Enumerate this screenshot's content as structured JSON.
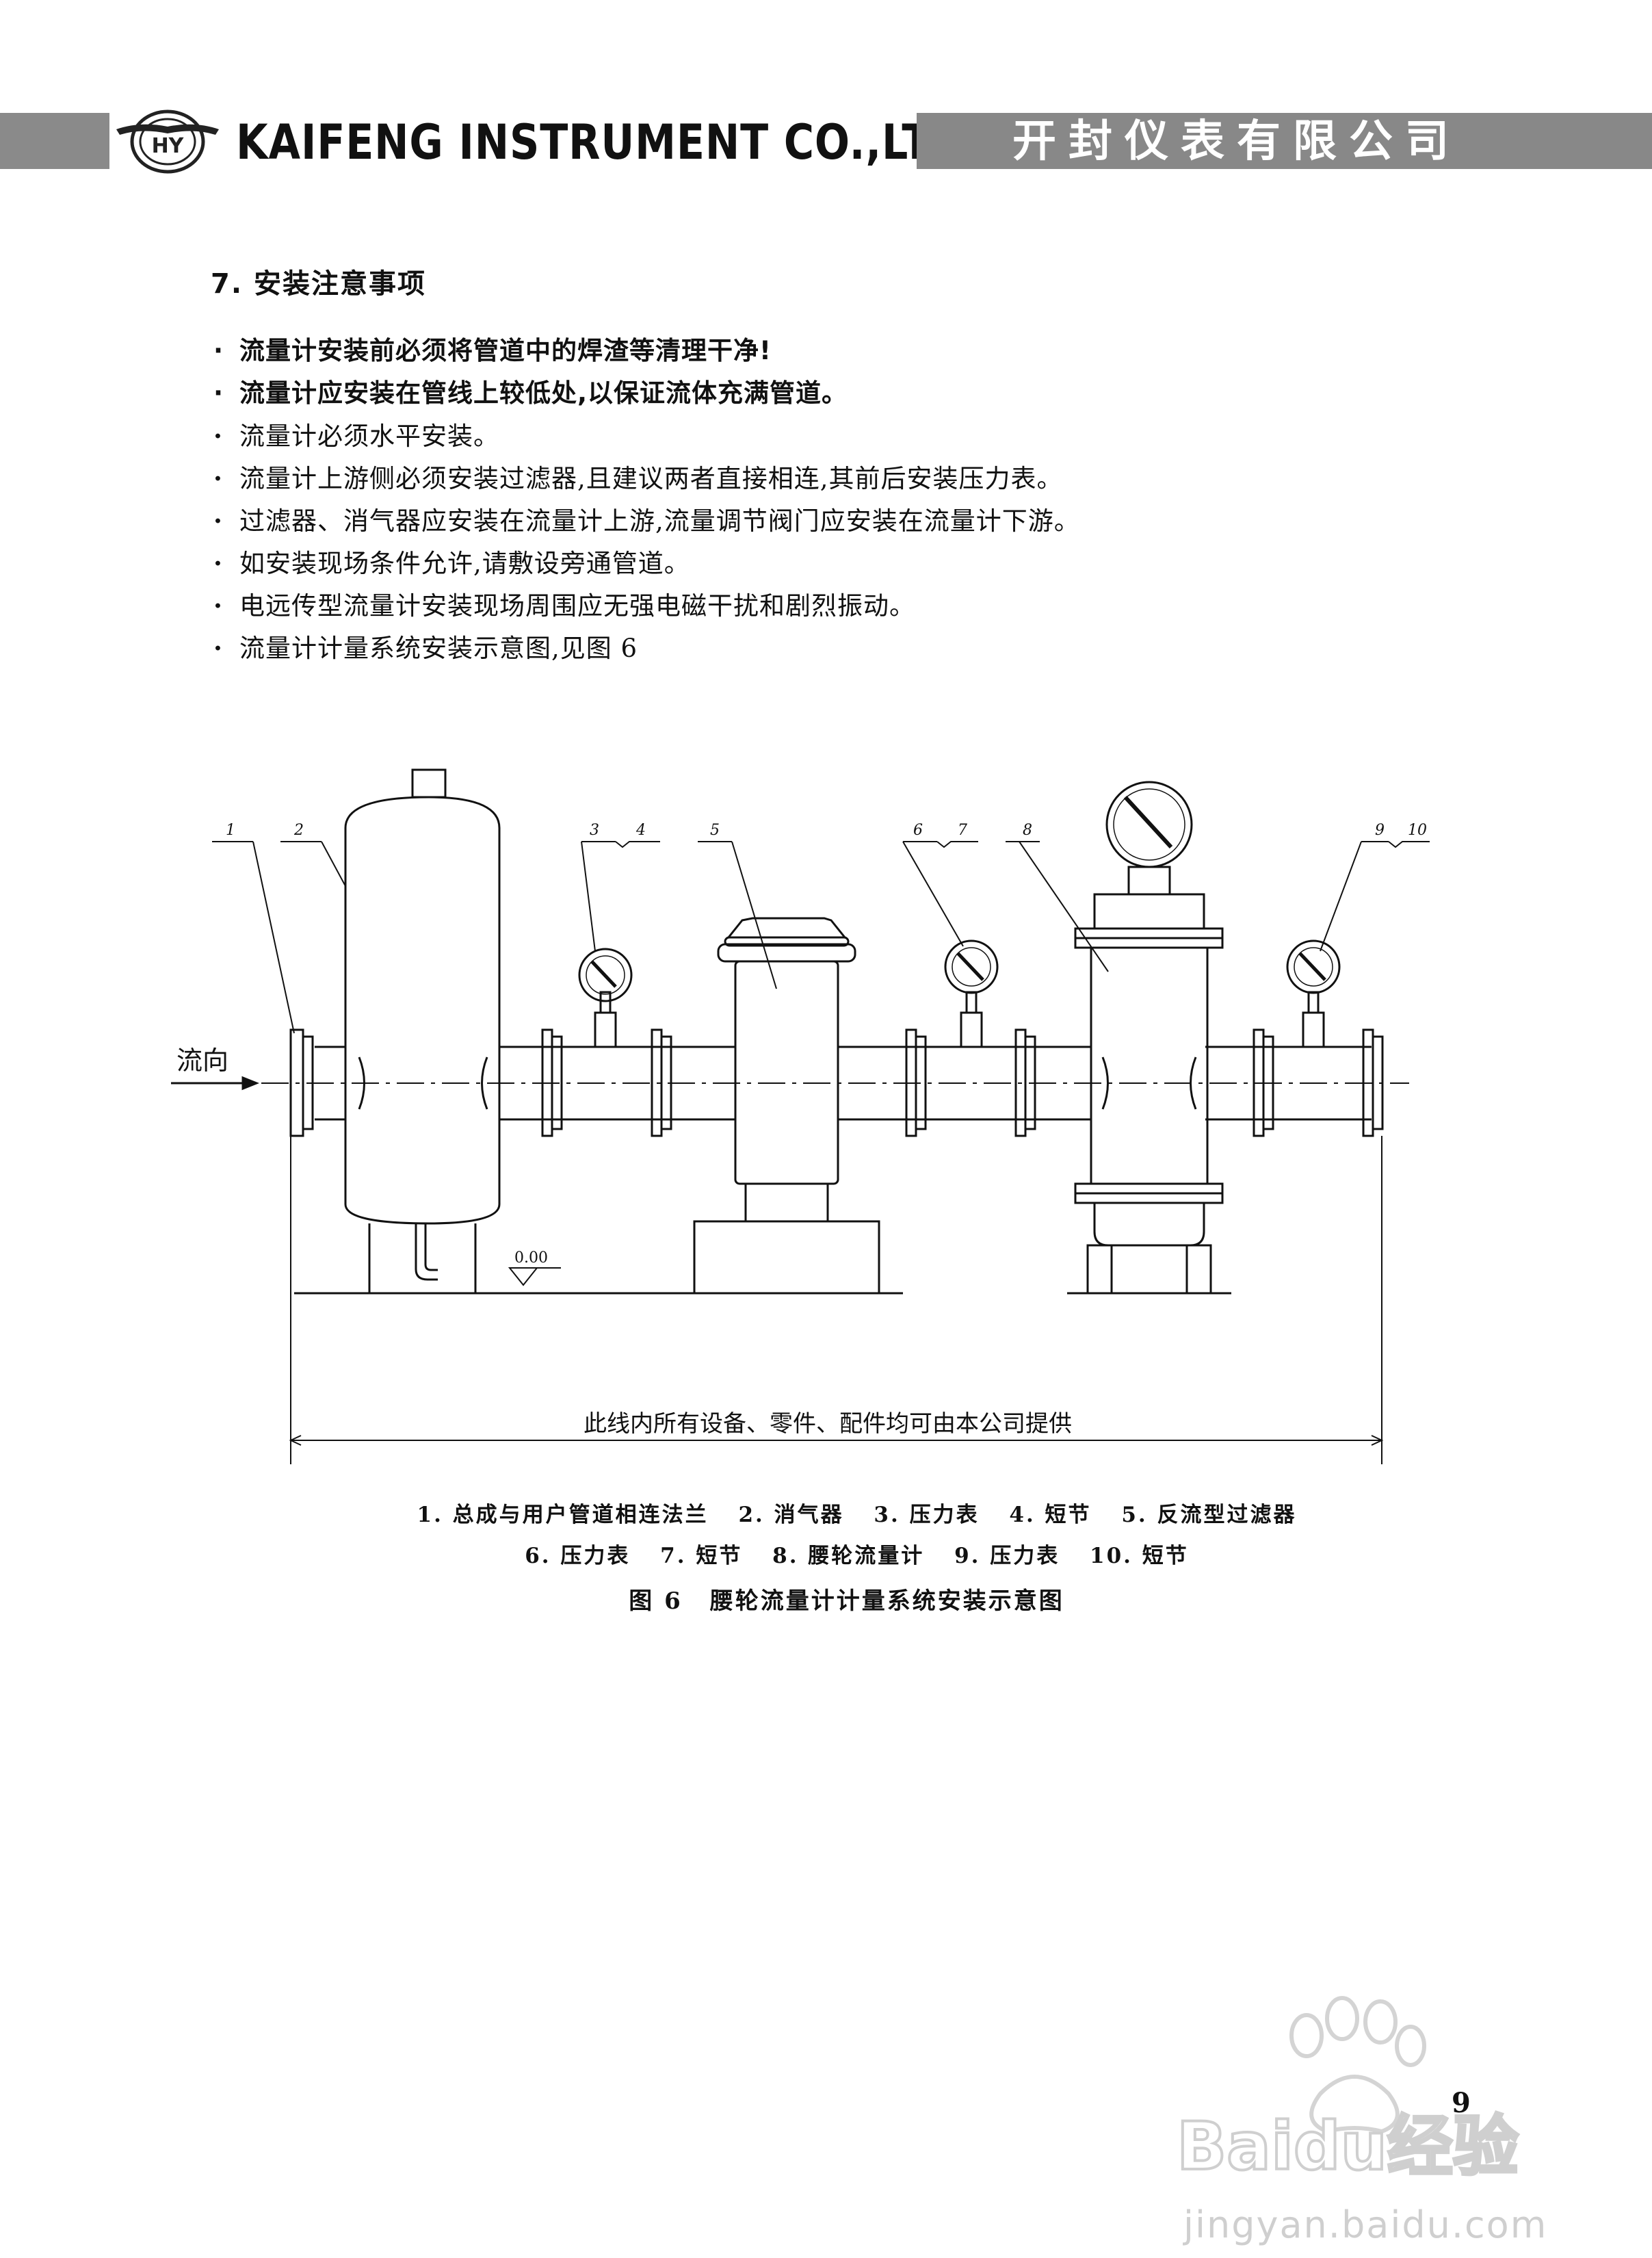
{
  "header": {
    "logo_letters": "HY",
    "company_en": "KAIFENG INSTRUMENT CO.,LTD.",
    "company_cn": "开封仪表有限公司"
  },
  "section": {
    "title": "7. 安装注意事项",
    "bullets": [
      {
        "text": "流量计安装前必须将管道中的焊渣等清理干净!",
        "bold": true
      },
      {
        "text": "流量计应安装在管线上较低处,以保证流体充满管道。",
        "bold": true
      },
      {
        "text": "流量计必须水平安装。",
        "bold": false
      },
      {
        "text": "流量计上游侧必须安装过滤器,且建议两者直接相连,其前后安装压力表。",
        "bold": false
      },
      {
        "text": "过滤器、消气器应安装在流量计上游,流量调节阀门应安装在流量计下游。",
        "bold": false
      },
      {
        "text": "如安装现场条件允许,请敷设旁通管道。",
        "bold": false
      },
      {
        "text": "电远传型流量计安装现场周围应无强电磁干扰和剧烈振动。",
        "bold": false
      },
      {
        "text": "流量计计量系统安装示意图,见图 6",
        "bold": false
      }
    ]
  },
  "diagram": {
    "flow_label": "流向",
    "elevation_label": "0.00",
    "scope_label": "此线内所有设备、零件、配件均可由本公司提供",
    "callouts": [
      "1",
      "2",
      "3",
      "4",
      "5",
      "6",
      "7",
      "8",
      "9",
      "10"
    ]
  },
  "legend": {
    "row1": [
      "1. 总成与用户管道相连法兰",
      "2. 消气器",
      "3. 压力表",
      "4. 短节",
      "5. 反流型过滤器"
    ],
    "row2": [
      "6. 压力表",
      "7. 短节",
      "8. 腰轮流量计",
      "9. 压力表",
      "10. 短节"
    ]
  },
  "figure": {
    "number": "图 6",
    "title": "腰轮流量计计量系统安装示意图"
  },
  "page_number": "9",
  "watermark": {
    "brand": "Baidu经验",
    "url": "jingyan.baidu.com"
  }
}
